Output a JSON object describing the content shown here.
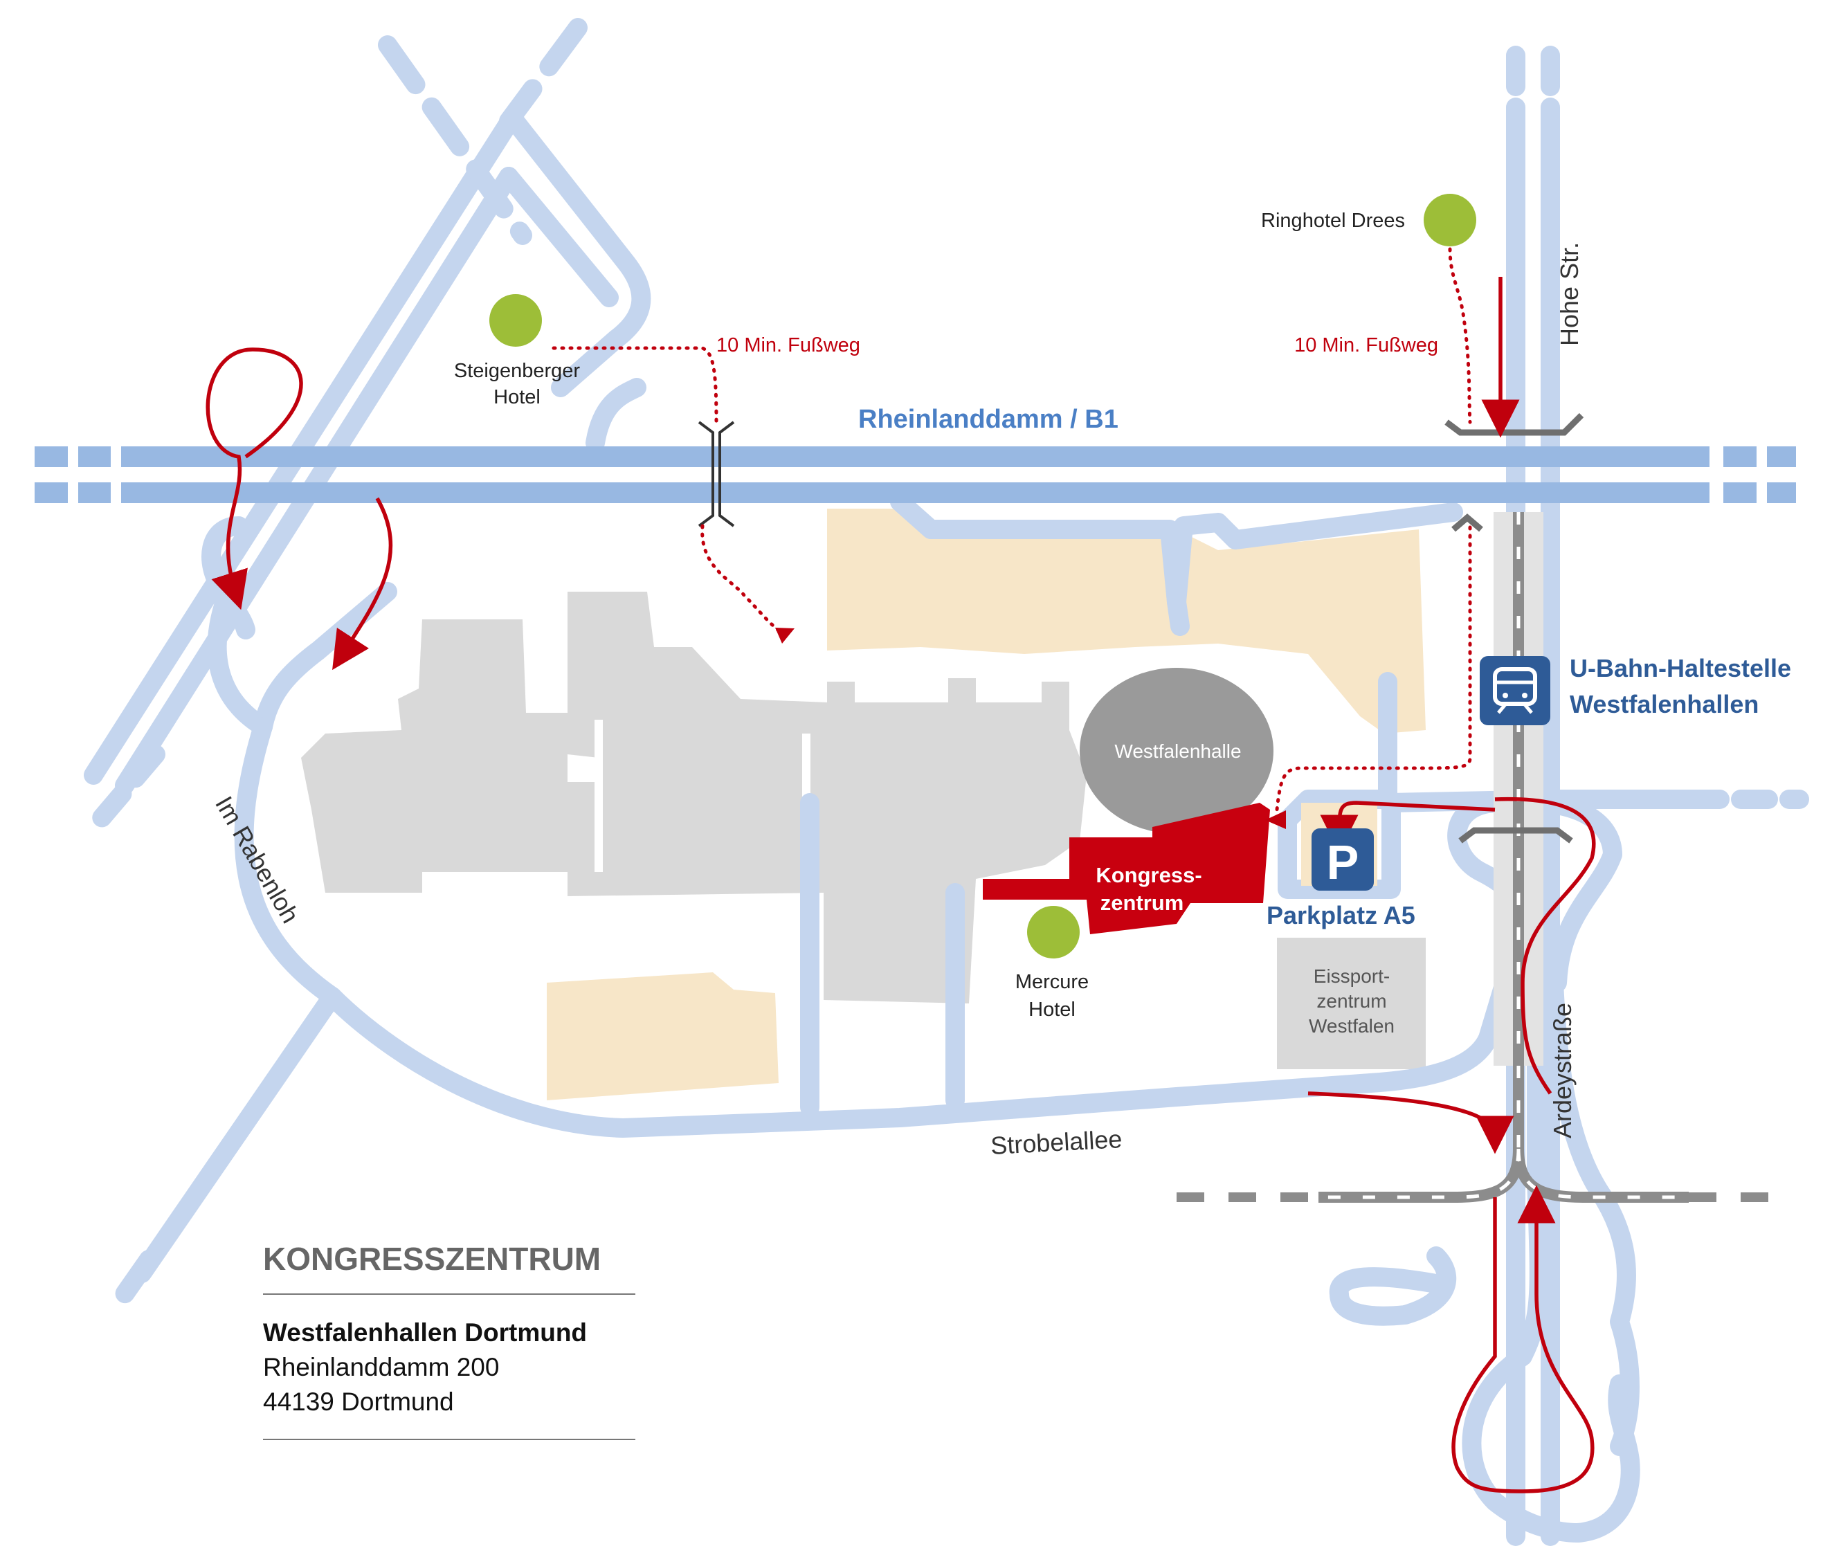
{
  "roads": {
    "main": "Rheinlanddamm / B1",
    "hohe": "Hohe Str.",
    "rabenloh": "Im Rabenloh",
    "strobel": "Strobelallee",
    "ardey": "Ardeystraße"
  },
  "places": {
    "steigenberger": [
      "Steigenberger",
      "Hotel"
    ],
    "ringhotel": "Ringhotel Drees",
    "mercure": [
      "Mercure",
      "Hotel"
    ],
    "westfalenhalle": "Westfalenhalle",
    "kongress": [
      "Kongress-",
      "zentrum"
    ],
    "eissport": [
      "Eissport-",
      "zentrum",
      "Westfalen"
    ]
  },
  "walk": {
    "left": "10 Min. Fußweg",
    "right": "10 Min. Fußweg"
  },
  "parking": {
    "symbol": "P",
    "label": "Parkplatz A5"
  },
  "ubahn": {
    "line1": "U-Bahn-Haltestelle",
    "line2": "Westfalenhallen"
  },
  "info": {
    "heading": "KONGRESSZENTRUM",
    "name": "Westfalenhallen Dortmund",
    "street": "Rheinlanddamm 200",
    "city": "44139 Dortmund"
  },
  "colors": {
    "road": "#c4d5ee",
    "main_road": "#98b8e2",
    "building": "#d9d9d9",
    "sand": "#f7e6c8",
    "red": "#c8000f",
    "route": "#c0000d",
    "hotel": "#9dbe38",
    "blue_text": "#2e5b97",
    "light_blue_text": "#4a7fc5",
    "ring_hall": "#9a9a9a",
    "grey_text": "#666666"
  }
}
